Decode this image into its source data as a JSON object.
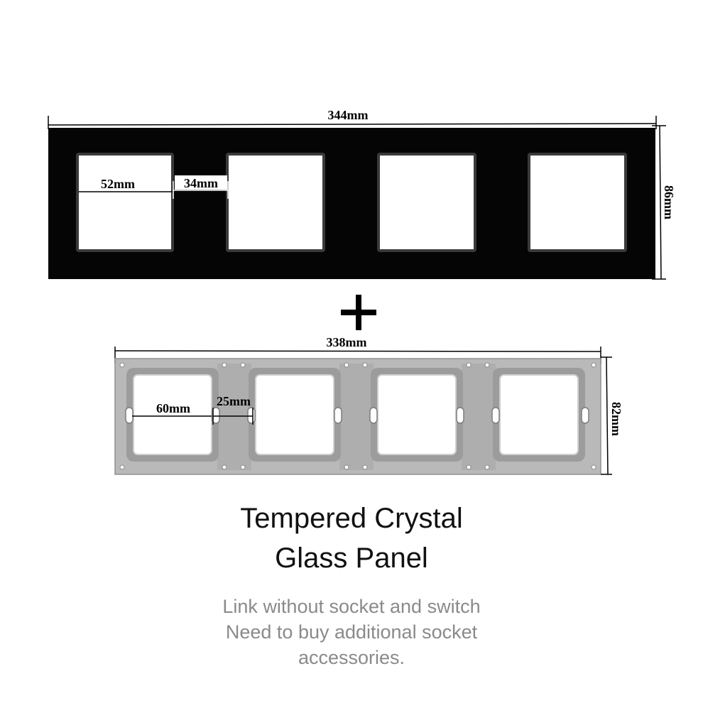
{
  "glass_panel": {
    "width_label": "344mm",
    "height_label": "86mm",
    "window_label": "52mm",
    "gap_label": "34mm",
    "color": "#050505"
  },
  "plus_symbol": "+",
  "mounting_frame": {
    "width_label": "338mm",
    "height_label": "82mm",
    "window_label": "60mm",
    "gap_label": "25mm",
    "color": "#b9b9b9"
  },
  "title": {
    "line1": "Tempered Crystal",
    "line2": "Glass Panel"
  },
  "note": {
    "line1": "Link without socket and switch",
    "line2": "Need to buy additional socket",
    "line3": "accessories."
  }
}
